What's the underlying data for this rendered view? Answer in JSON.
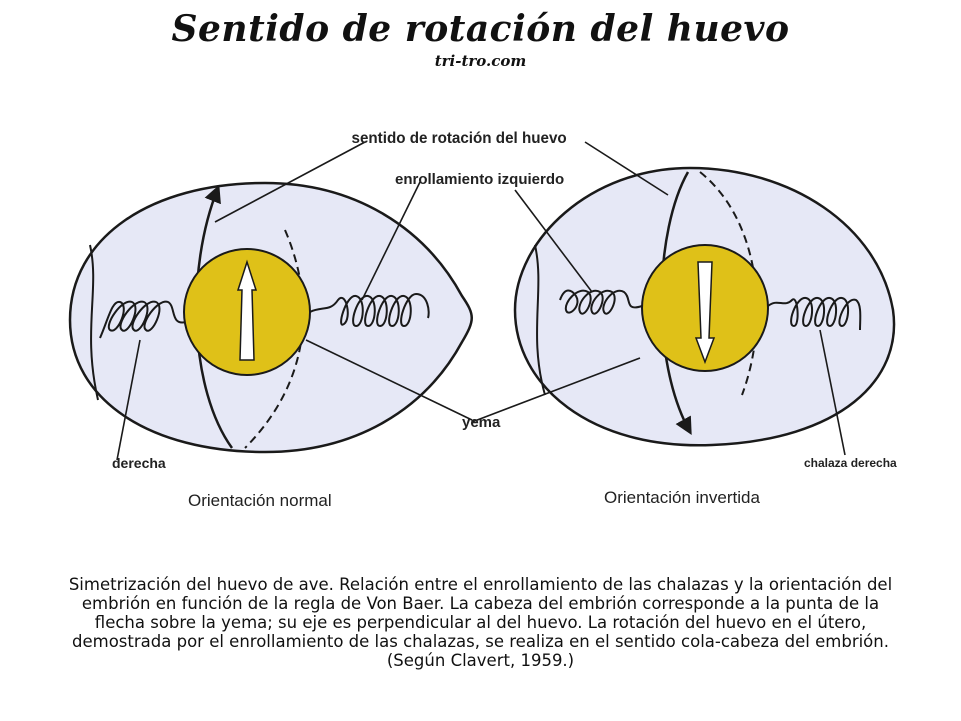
{
  "header": {
    "title": "Sentido de rotación del huevo",
    "subtitle": "tri-tro.com"
  },
  "labels": {
    "rotation": "sentido de rotación del huevo",
    "left_coiling": "enrollamiento izquierdo",
    "yolk": "yema",
    "right": "derecha",
    "right_chalaza": "chalaza derecha",
    "normal_orientation": "Orientación normal",
    "inverted_orientation": "Orientación invertida"
  },
  "caption": {
    "lines": [
      "Simetrización del huevo de ave. Relación entre el enrollamiento de las chalazas y la orientación del",
      "embrión en función de la regla de Von Baer. La cabeza del embrión corresponde a la punta de la",
      "flecha sobre la yema; su eje es perpendicular al del huevo. La rotación del huevo en el útero,",
      "demostrada por el enrollamiento de las chalazas, se realiza en el sentido cola-cabeza del embrión.",
      "(Según Clavert, 1959.)"
    ]
  },
  "colors": {
    "egg_fill": "#e6e8f6",
    "yolk_fill": "#dfc118",
    "outline": "#1a1a1a"
  }
}
